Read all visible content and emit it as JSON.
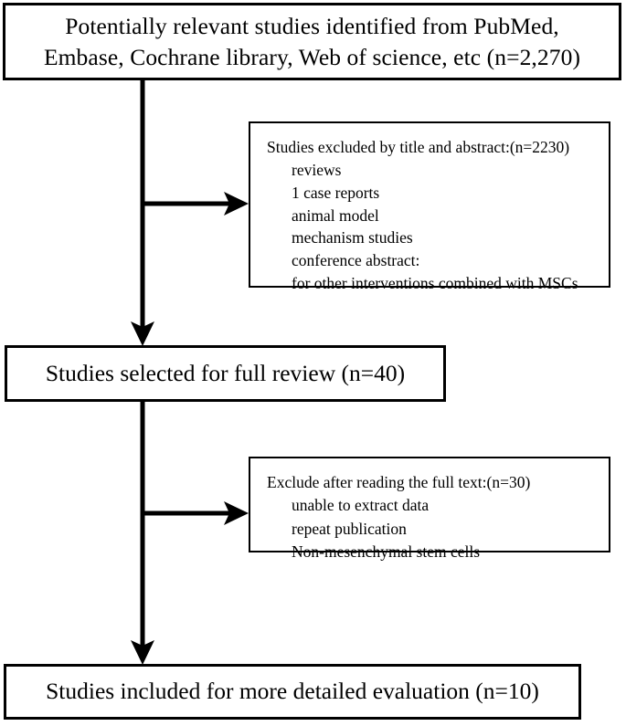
{
  "diagram": {
    "title": "Study selection flowchart",
    "type": "flowchart",
    "stroke_color": "#000000",
    "background_color": "#ffffff",
    "text_color": "#000000"
  },
  "boxes": {
    "identified": {
      "line1": "Potentially relevant studies identified from PubMed,",
      "line2": "Embase, Cochrane library, Web of science, etc (n=2,270)"
    },
    "excluded_title_abstract": {
      "heading": "Studies excluded by title and abstract:(n=2230)",
      "items": [
        "reviews",
        "1 case reports",
        "animal model",
        "mechanism studies",
        "conference abstract:",
        "for other interventions combined with MSCs"
      ]
    },
    "selected": {
      "label": "Studies selected for full review (n=40)"
    },
    "excluded_full_text": {
      "heading": "Exclude after reading the full text:(n=30)",
      "items": [
        "unable to extract data",
        "repeat publication",
        "Non-mesenchymal stem cells"
      ]
    },
    "included": {
      "label": "Studies included for more detailed evaluation (n=10)"
    }
  },
  "connectors": [
    {
      "name": "identified-to-selected",
      "kind": "arrow-down"
    },
    {
      "name": "branch-to-excluded-title-abstract",
      "kind": "arrow-right"
    },
    {
      "name": "selected-to-included",
      "kind": "arrow-down"
    },
    {
      "name": "branch-to-excluded-full-text",
      "kind": "arrow-right"
    }
  ]
}
